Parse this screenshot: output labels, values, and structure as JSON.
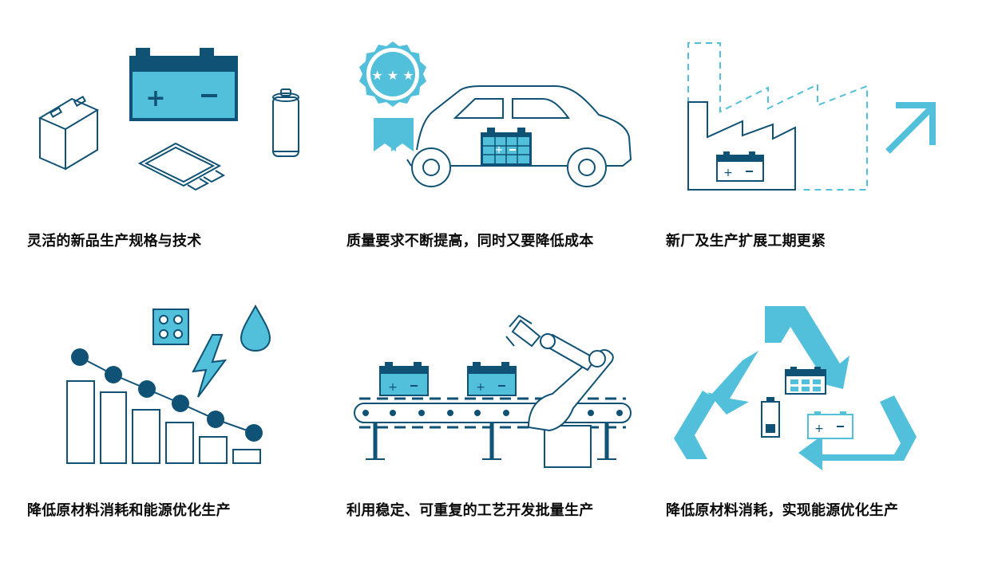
{
  "colors": {
    "navy": "#0f5275",
    "cyan": "#52bfdb",
    "text": "#0a0a0a"
  },
  "features": [
    {
      "icon": "battery-formats-icon",
      "caption": "灵活的新品生产规格与技术"
    },
    {
      "icon": "quality-car-icon",
      "caption": "质量要求不断提高，同时又要降低成本"
    },
    {
      "icon": "factory-expansion-icon",
      "caption": "新厂及生产扩展工期更紧"
    },
    {
      "icon": "resource-reduction-chart-icon",
      "caption": "降低原材料消耗和能源优化生产"
    },
    {
      "icon": "robot-conveyor-icon",
      "caption": "利用稳定、可重复的工艺开发批量生产"
    },
    {
      "icon": "battery-recycling-icon",
      "caption": "降低原材料消耗，实现能源优化生产"
    }
  ]
}
